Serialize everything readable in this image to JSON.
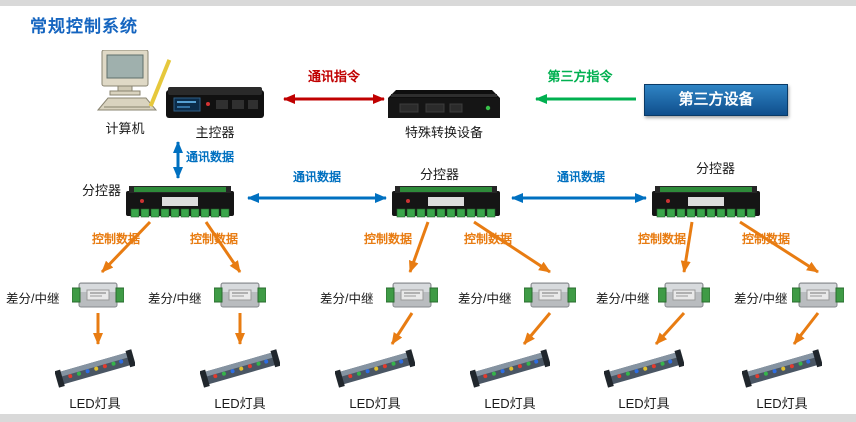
{
  "title": "常规控制系统",
  "colors": {
    "title": "#1565c0",
    "comm_cmd": "#c00000",
    "third_cmd": "#00b050",
    "comm_data": "#0070c0",
    "control_data": "#e87c12",
    "third_party_box_bg": "#0f4e8c",
    "third_party_box_text": "#ffffff"
  },
  "nodes": {
    "computer": "计算机",
    "master": "主控器",
    "converter": "特殊转换设备",
    "third_party": "第三方设备",
    "sub_controllers": [
      "分控器",
      "分控器",
      "分控器"
    ],
    "repeaters": [
      "差分/中继",
      "差分/中继",
      "差分/中继",
      "差分/中继",
      "差分/中继",
      "差分/中继"
    ],
    "leds": [
      "LED灯具",
      "LED灯具",
      "LED灯具",
      "LED灯具",
      "LED灯具",
      "LED灯具"
    ]
  },
  "edges": {
    "comm_cmd": "通讯指令",
    "third_cmd": "第三方指令",
    "comm_data": [
      "通讯数据",
      "通讯数据",
      "通讯数据"
    ],
    "control_data": [
      "控制数据",
      "控制数据",
      "控制数据",
      "控制数据",
      "控制数据",
      "控制数据"
    ]
  }
}
